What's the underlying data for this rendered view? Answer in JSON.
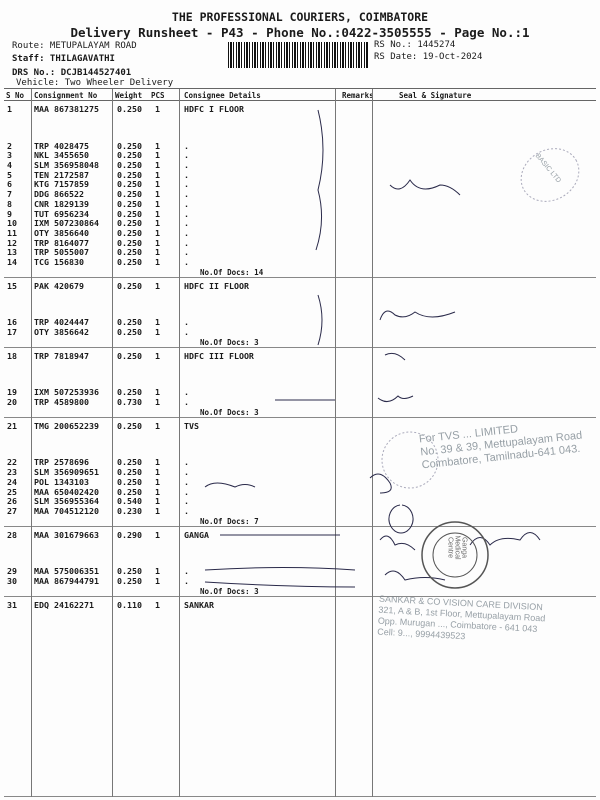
{
  "header": {
    "company": "THE PROFESSIONAL COURIERS, COIMBATORE",
    "subtitle": "Delivery Runsheet - P43 - Phone No.:0422-3505555 - Page No.:1",
    "route": "Route: METUPALAYAM ROAD",
    "staff": "Staff: THILAGAVATHI",
    "drs": "DRS No.: DCJB144527401",
    "vehicle": "Vehicle: Two Wheeler Delivery",
    "rs_no": "RS No.: 1445274",
    "rs_date": "RS Date: 19-Oct-2024"
  },
  "columns": [
    "S No",
    "Consignment No",
    "Weight",
    "PCS",
    "Consignee Details",
    "Remarks",
    "Seal & Signature"
  ],
  "groups": [
    {
      "consignee": "HDFC I FLOOR",
      "docs": "No.Of Docs: 14",
      "rows": [
        [
          "1",
          "MAA 867381275",
          "0.250",
          "1"
        ],
        [
          "2",
          "TRP 4028475",
          "0.250",
          "1"
        ],
        [
          "3",
          "NKL 3455650",
          "0.250",
          "1"
        ],
        [
          "4",
          "SLM 356958048",
          "0.250",
          "1"
        ],
        [
          "5",
          "TEN 2172587",
          "0.250",
          "1"
        ],
        [
          "6",
          "KTG 7157859",
          "0.250",
          "1"
        ],
        [
          "7",
          "DDG 866522",
          "0.250",
          "1"
        ],
        [
          "8",
          "CNR 1829139",
          "0.250",
          "1"
        ],
        [
          "9",
          "TUT 6956234",
          "0.250",
          "1"
        ],
        [
          "10",
          "IXM 507230864",
          "0.250",
          "1"
        ],
        [
          "11",
          "OTY 3856640",
          "0.250",
          "1"
        ],
        [
          "12",
          "TRP 8164077",
          "0.250",
          "1"
        ],
        [
          "13",
          "TRP 5055007",
          "0.250",
          "1"
        ],
        [
          "14",
          "TCG 156830",
          "0.250",
          "1"
        ]
      ]
    },
    {
      "consignee": "HDFC II FLOOR",
      "docs": "No.Of Docs: 3",
      "rows": [
        [
          "15",
          "PAK 420679",
          "0.250",
          "1"
        ],
        [
          "16",
          "TRP 4024447",
          "0.250",
          "1"
        ],
        [
          "17",
          "OTY 3856642",
          "0.250",
          "1"
        ]
      ]
    },
    {
      "consignee": "HDFC III FLOOR",
      "docs": "No.Of Docs: 3",
      "rows": [
        [
          "18",
          "TRP 7818947",
          "0.250",
          "1"
        ],
        [
          "19",
          "IXM 507253936",
          "0.250",
          "1"
        ],
        [
          "20",
          "TRP 4589800",
          "0.730",
          "1"
        ]
      ]
    },
    {
      "consignee": "TVS",
      "docs": "No.Of Docs: 7",
      "rows": [
        [
          "21",
          "TMG 200652239",
          "0.250",
          "1"
        ],
        [
          "22",
          "TRP 2578696",
          "0.250",
          "1"
        ],
        [
          "23",
          "SLM 356909651",
          "0.250",
          "1"
        ],
        [
          "24",
          "POL 1343103",
          "0.250",
          "1"
        ],
        [
          "25",
          "MAA 650402420",
          "0.250",
          "1"
        ],
        [
          "26",
          "SLM 356955364",
          "0.540",
          "1"
        ],
        [
          "27",
          "MAA 704512120",
          "0.230",
          "1"
        ]
      ]
    },
    {
      "consignee": "GANGA",
      "docs": "No.Of Docs: 3",
      "rows": [
        [
          "28",
          "MAA 301679663",
          "0.290",
          "1"
        ],
        [
          "29",
          "MAA 575006351",
          "0.250",
          "1"
        ],
        [
          "30",
          "MAA 867944791",
          "0.250",
          "1"
        ]
      ]
    },
    {
      "consignee": "SANKAR",
      "docs": "",
      "rows": [
        [
          "31",
          "EDQ 24162271",
          "0.110",
          "1"
        ]
      ]
    }
  ],
  "stamps": {
    "tvs": [
      "For TVS ... LIMITED",
      "No. 39 & 39, Mettupalayam Road",
      "Coimbatore, Tamilnadu-641 043."
    ],
    "sankar": [
      "SANKAR & CO VISION CARE DIVISION",
      "321, A & B, 1st Floor, Mettupalayam Road",
      "Opp. Murugan ..., Coimbatore - 641 043",
      "Cell: 9..., 9994439523"
    ],
    "ganga": "Ganga Medical Centre",
    "basic": "BASIC LTD"
  }
}
